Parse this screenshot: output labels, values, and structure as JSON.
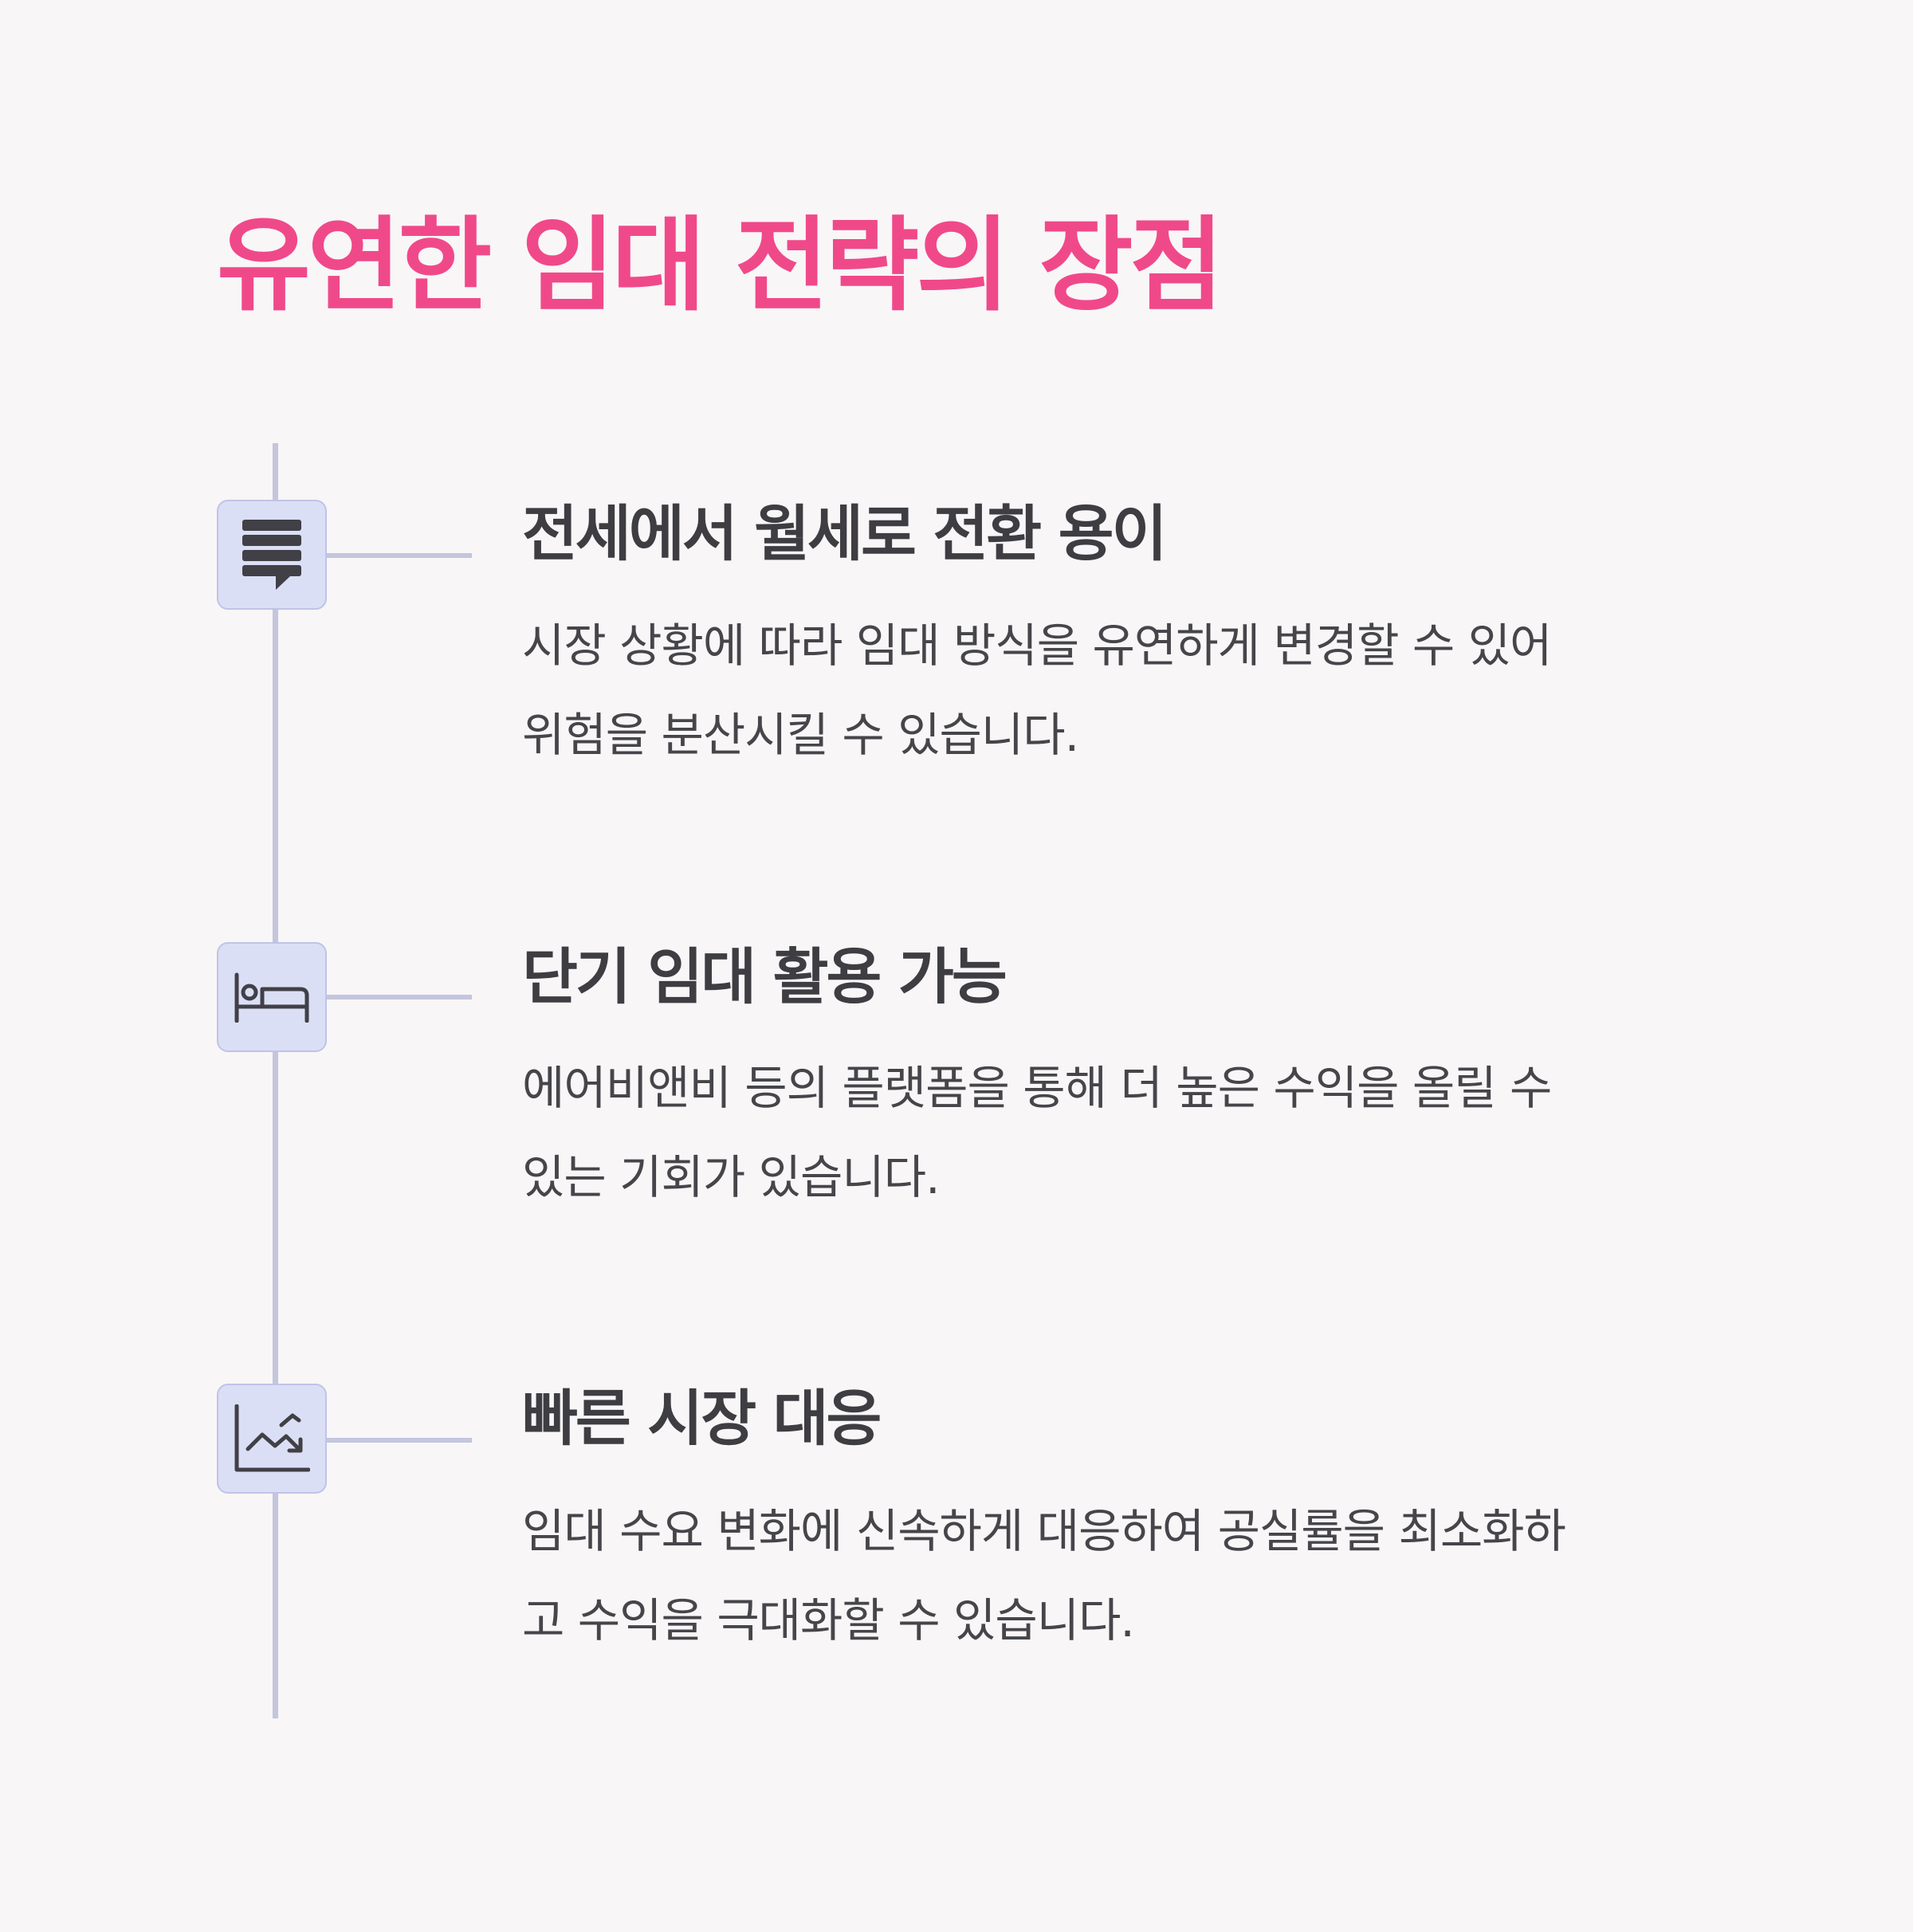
{
  "title": "유연한 임대 전략의 장점",
  "items": [
    {
      "icon": "message-list-icon",
      "title": "전세에서 월세로 전환 용이",
      "desc_lines": [
        "시장 상황에 따라 임대 방식을 유연하게 변경할 수 있어",
        "위험을 분산시킬 수 있습니다."
      ]
    },
    {
      "icon": "bed-icon",
      "title": "단기 임대 활용 가능",
      "desc_lines": [
        "에어비앤비 등의 플랫폼을 통해 더 높은 수익을 올릴 수",
        "있는 기회가 있습니다."
      ]
    },
    {
      "icon": "trend-chart-icon",
      "title": "빠른 시장 대응",
      "desc_lines": [
        "임대 수요 변화에 신속하게 대응하여 공실률을 최소화하",
        "고 수익을 극대화할 수 있습니다."
      ]
    }
  ],
  "colors": {
    "background": "#f8f6f7",
    "title": "#f0498a",
    "heading": "#3d3d42",
    "body_text": "#45454a",
    "timeline": "#c3c6dd",
    "icon_box": "#dbdff6",
    "icon": "#404046"
  }
}
